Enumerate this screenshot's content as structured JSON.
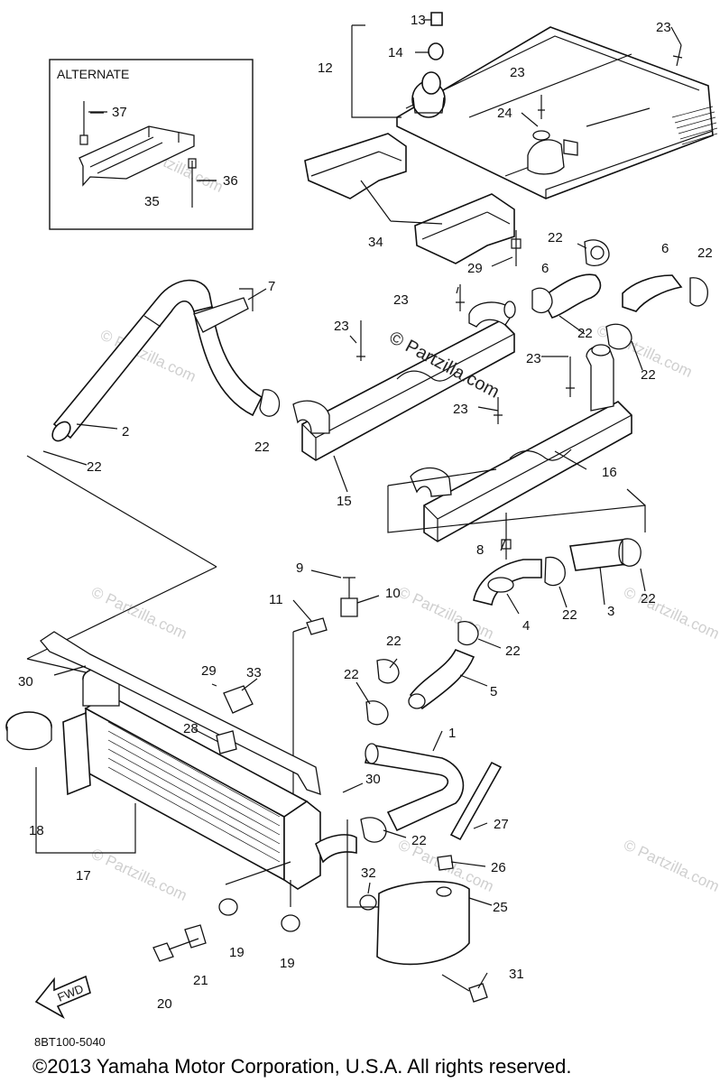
{
  "alternate_box": {
    "label": "ALTERNATE"
  },
  "parts": [
    {
      "id": "p13",
      "num": "13"
    },
    {
      "id": "p14",
      "num": "14"
    },
    {
      "id": "p12",
      "num": "12"
    },
    {
      "id": "p23a",
      "num": "23"
    },
    {
      "id": "p23b",
      "num": "23"
    },
    {
      "id": "p24",
      "num": "24"
    },
    {
      "id": "p37",
      "num": "37"
    },
    {
      "id": "p36",
      "num": "36"
    },
    {
      "id": "p35",
      "num": "35"
    },
    {
      "id": "p34",
      "num": "34"
    },
    {
      "id": "p22a",
      "num": "22"
    },
    {
      "id": "p29a",
      "num": "29"
    },
    {
      "id": "p6a",
      "num": "6"
    },
    {
      "id": "p6b",
      "num": "6"
    },
    {
      "id": "p22b",
      "num": "22"
    },
    {
      "id": "p7",
      "num": "7"
    },
    {
      "id": "p23c",
      "num": "23"
    },
    {
      "id": "p22c",
      "num": "22"
    },
    {
      "id": "p23d",
      "num": "23"
    },
    {
      "id": "p22d",
      "num": "22"
    },
    {
      "id": "p2",
      "num": "2"
    },
    {
      "id": "p23e",
      "num": "23"
    },
    {
      "id": "p22e",
      "num": "22"
    },
    {
      "id": "p23f",
      "num": "23"
    },
    {
      "id": "p22f",
      "num": "22"
    },
    {
      "id": "p16",
      "num": "16"
    },
    {
      "id": "p15",
      "num": "15"
    },
    {
      "id": "p8",
      "num": "8"
    },
    {
      "id": "p9",
      "num": "9"
    },
    {
      "id": "p10",
      "num": "10"
    },
    {
      "id": "p11",
      "num": "11"
    },
    {
      "id": "p3",
      "num": "3"
    },
    {
      "id": "p4",
      "num": "4"
    },
    {
      "id": "p22g",
      "num": "22"
    },
    {
      "id": "p22h",
      "num": "22"
    },
    {
      "id": "p22i",
      "num": "22"
    },
    {
      "id": "p22j",
      "num": "22"
    },
    {
      "id": "p30a",
      "num": "30"
    },
    {
      "id": "p29b",
      "num": "29"
    },
    {
      "id": "p33",
      "num": "33"
    },
    {
      "id": "p5",
      "num": "5"
    },
    {
      "id": "p22k",
      "num": "22"
    },
    {
      "id": "p28",
      "num": "28"
    },
    {
      "id": "p1",
      "num": "1"
    },
    {
      "id": "p18",
      "num": "18"
    },
    {
      "id": "p30b",
      "num": "30"
    },
    {
      "id": "p22l",
      "num": "22"
    },
    {
      "id": "p27",
      "num": "27"
    },
    {
      "id": "p17",
      "num": "17"
    },
    {
      "id": "p26",
      "num": "26"
    },
    {
      "id": "p32",
      "num": "32"
    },
    {
      "id": "p25",
      "num": "25"
    },
    {
      "id": "p19a",
      "num": "19"
    },
    {
      "id": "p19b",
      "num": "19"
    },
    {
      "id": "p21",
      "num": "21"
    },
    {
      "id": "p20",
      "num": "20"
    },
    {
      "id": "p31",
      "num": "31"
    }
  ],
  "watermark": {
    "center_text": "© Partzilla.com",
    "tile_text": "© Partzilla.com"
  },
  "fwd_label": "FWD",
  "diagram_code": "8BT100-5040",
  "copyright": "©2013  Yamaha Motor Corporation, U.S.A. All rights reserved.",
  "colors": {
    "line": "#111111",
    "background": "#ffffff",
    "watermark": "#cfcfcf"
  }
}
